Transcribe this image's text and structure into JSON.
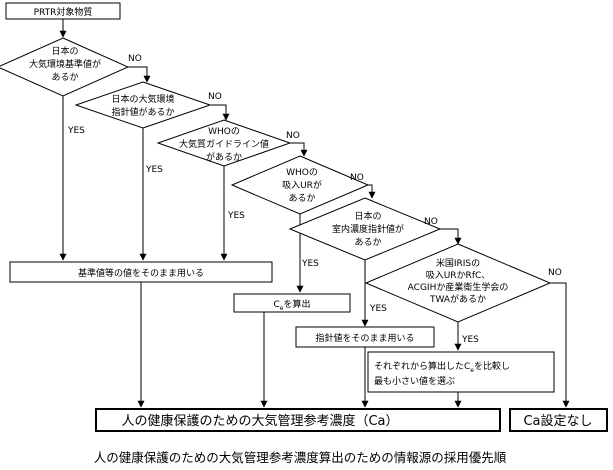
{
  "start": {
    "label": "PRTR対象物質"
  },
  "decisions": [
    {
      "lines": [
        "日本の",
        "大気環境基準値が",
        "あるか"
      ]
    },
    {
      "lines": [
        "日本の大気環境",
        "指針値があるか"
      ]
    },
    {
      "lines": [
        "WHOの",
        "大気質ガイドライン値",
        "があるか"
      ]
    },
    {
      "lines": [
        "WHOの",
        "吸入URが",
        "あるか"
      ]
    },
    {
      "lines": [
        "日本の",
        "室内濃度指針値が",
        "あるか"
      ]
    },
    {
      "lines": [
        "米国IRISの",
        "吸入URかRfC、",
        "ACGIHか産業衛生学会の",
        "TWAがあるか"
      ]
    }
  ],
  "edge_labels": {
    "yes": "YES",
    "no": "NO"
  },
  "processes": {
    "standard": "基準値等の値をそのまま用いる",
    "ce_calc_main": "C",
    "ce_calc_sub": "e",
    "ce_calc_rest": "を算出",
    "guideline": "指針値をそのまま用いる",
    "compare_line1_pre": "それぞれから算出したC",
    "compare_line1_sub": "e",
    "compare_line1_post": "を比較し",
    "compare_line2": "最も小さい値を選ぶ"
  },
  "results": {
    "main": "人の健康保護のための大気管理参考濃度（Ca）",
    "none": "Ca設定なし"
  },
  "caption": "人の健康保護のための大気管理参考濃度算出のための情報源の採用優先順"
}
